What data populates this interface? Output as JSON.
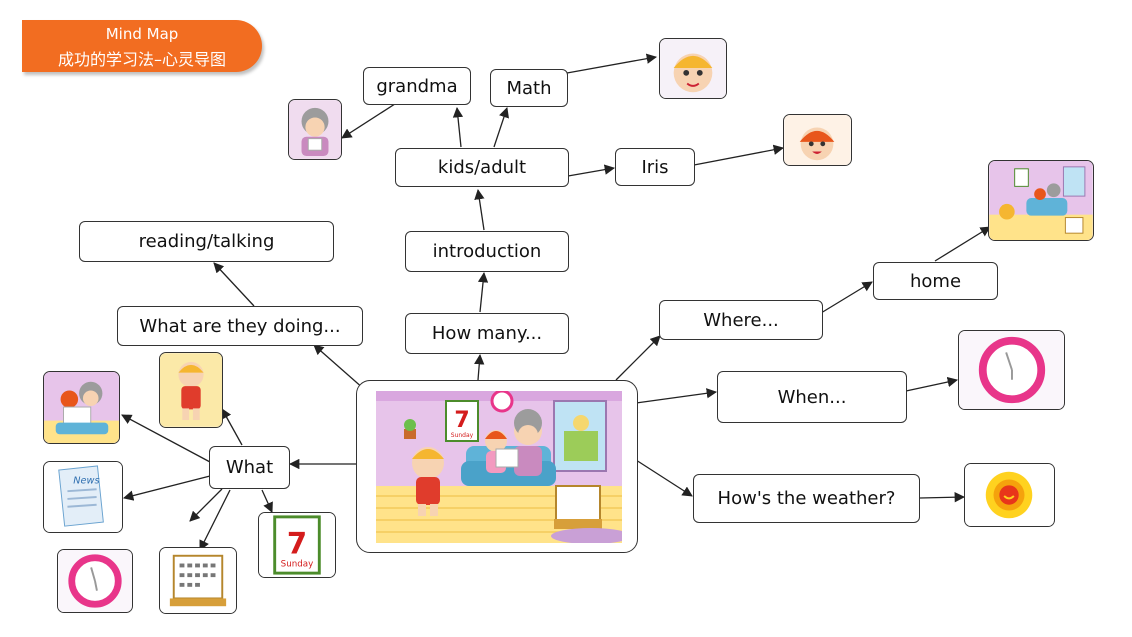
{
  "header": {
    "title": "Mind Map",
    "subtitle": "成功的学习法–心灵导图",
    "color": "#f26d21"
  },
  "nodes": {
    "grandma": "grandma",
    "math": "Math",
    "kids_adult": "kids/adult",
    "iris": "Iris",
    "introduction": "introduction",
    "reading_talking": "reading/talking",
    "what_doing": "What are they doing...",
    "how_many": "How many...",
    "where": "Where...",
    "home": "home",
    "when": "When...",
    "weather": "How's the weather?",
    "what": "What"
  },
  "images": {
    "calendar_page_number": "7",
    "calendar_page_day": "Sunday",
    "newspaper_label": "News"
  },
  "colors": {
    "line": "#222222",
    "clock_pink": "#e8358a",
    "sun_yellow": "#ffd21f",
    "room_wall": "#e7c4ea",
    "floor": "#ffe38a"
  }
}
